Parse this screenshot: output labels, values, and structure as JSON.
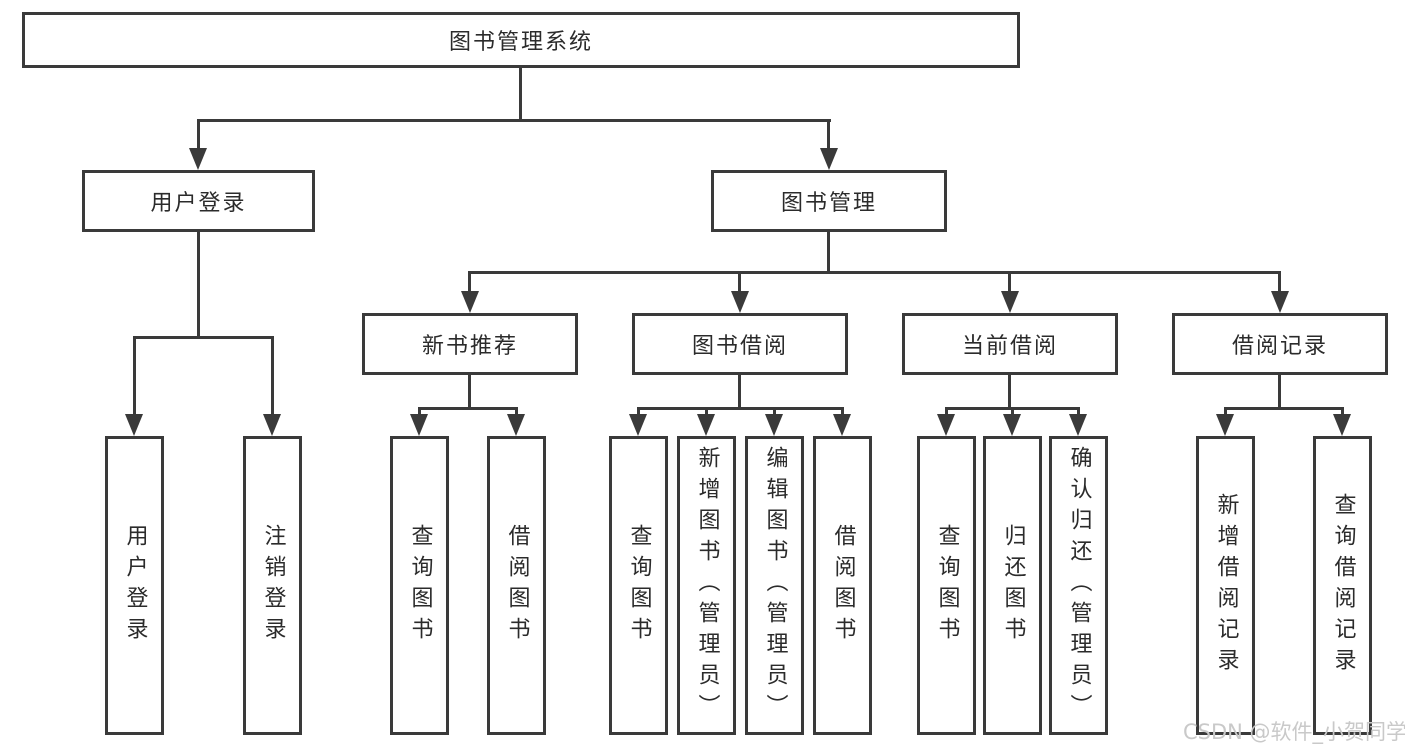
{
  "tree": {
    "root": {
      "label": "图书管理系统"
    },
    "branches": [
      {
        "label": "用户登录",
        "children": [
          {
            "label": "用户登录"
          },
          {
            "label": "注销登录"
          }
        ]
      },
      {
        "label": "图书管理",
        "children": [
          {
            "label": "新书推荐",
            "children": [
              {
                "label": "查询图书"
              },
              {
                "label": "借阅图书"
              }
            ]
          },
          {
            "label": "图书借阅",
            "children": [
              {
                "label": "查询图书"
              },
              {
                "label": "新增图书（管理员）"
              },
              {
                "label": "编辑图书（管理员）"
              },
              {
                "label": "借阅图书"
              }
            ]
          },
          {
            "label": "当前借阅",
            "children": [
              {
                "label": "查询图书"
              },
              {
                "label": "归还图书"
              },
              {
                "label": "确认归还（管理员）"
              }
            ]
          },
          {
            "label": "借阅记录",
            "children": [
              {
                "label": "新增借阅记录"
              },
              {
                "label": "查询借阅记录"
              }
            ]
          }
        ]
      }
    ]
  },
  "watermark": {
    "text": "CSDN @软件_小贺同学"
  },
  "colors": {
    "line": "#3a3a3a",
    "text": "#2b2b2b",
    "watermark": "#c9c9c9",
    "background": "#ffffff"
  }
}
